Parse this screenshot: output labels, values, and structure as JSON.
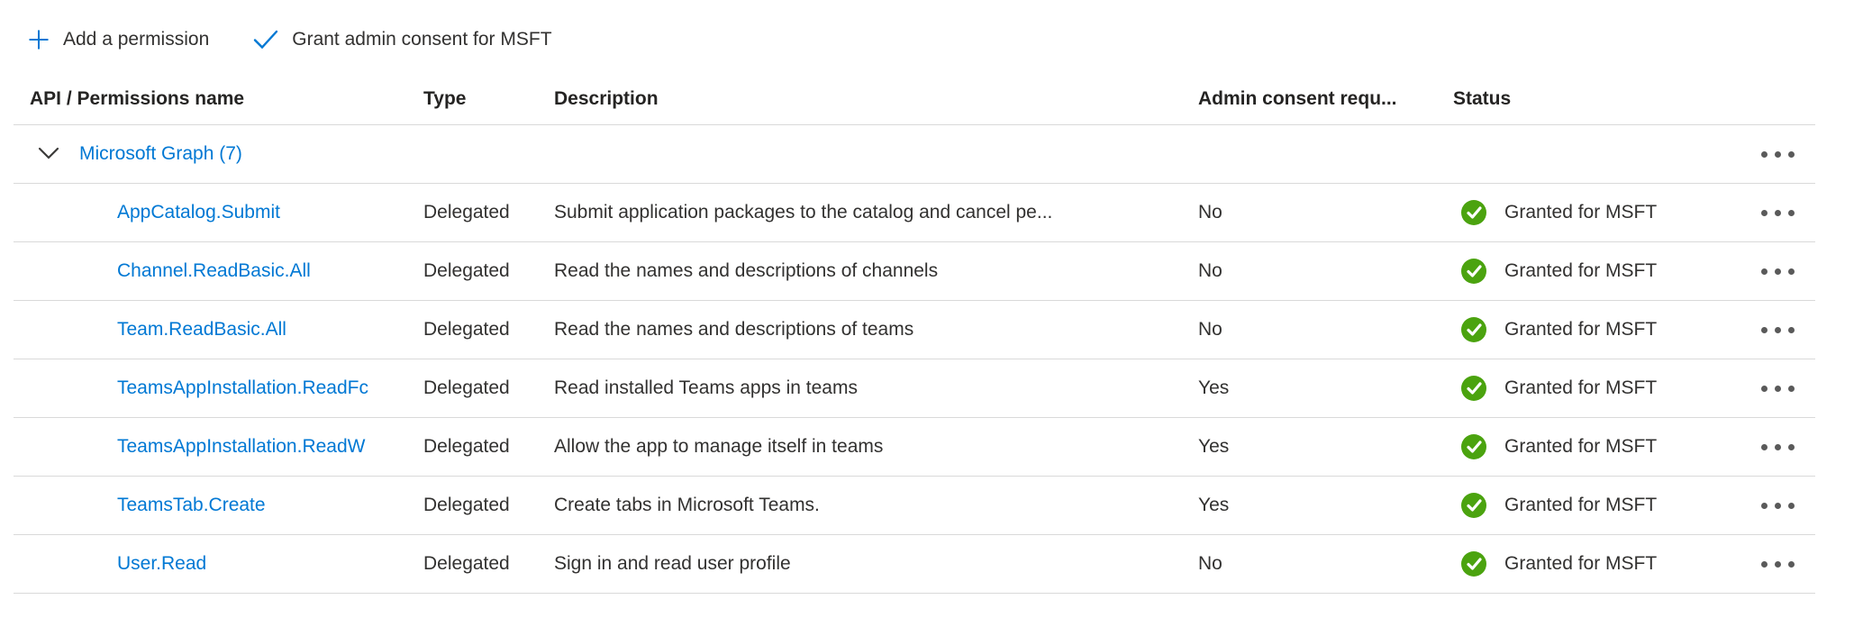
{
  "toolbar": {
    "add_permission_label": "Add a permission",
    "grant_admin_consent_label": "Grant admin consent for MSFT"
  },
  "table": {
    "headers": {
      "name": "API / Permissions name",
      "type": "Type",
      "description": "Description",
      "admin_consent": "Admin consent requ...",
      "status": "Status"
    },
    "group": {
      "label": "Microsoft Graph (7)"
    },
    "rows": [
      {
        "name": "AppCatalog.Submit",
        "type": "Delegated",
        "description": "Submit application packages to the catalog and cancel pe...",
        "admin_consent": "No",
        "status": "Granted for MSFT"
      },
      {
        "name": "Channel.ReadBasic.All",
        "type": "Delegated",
        "description": "Read the names and descriptions of channels",
        "admin_consent": "No",
        "status": "Granted for MSFT"
      },
      {
        "name": "Team.ReadBasic.All",
        "type": "Delegated",
        "description": "Read the names and descriptions of teams",
        "admin_consent": "No",
        "status": "Granted for MSFT"
      },
      {
        "name": "TeamsAppInstallation.ReadFc",
        "type": "Delegated",
        "description": "Read installed Teams apps in teams",
        "admin_consent": "Yes",
        "status": "Granted for MSFT"
      },
      {
        "name": "TeamsAppInstallation.ReadW",
        "type": "Delegated",
        "description": "Allow the app to manage itself in teams",
        "admin_consent": "Yes",
        "status": "Granted for MSFT"
      },
      {
        "name": "TeamsTab.Create",
        "type": "Delegated",
        "description": "Create tabs in Microsoft Teams.",
        "admin_consent": "Yes",
        "status": "Granted for MSFT"
      },
      {
        "name": "User.Read",
        "type": "Delegated",
        "description": "Sign in and read user profile",
        "admin_consent": "No",
        "status": "Granted for MSFT"
      }
    ]
  },
  "icons": {
    "plus": "plus-icon",
    "check": "check-icon",
    "chevron_down": "chevron-down-icon",
    "granted_check": "granted-check-icon",
    "ellipsis": "ellipsis-icon"
  },
  "colors": {
    "accent_blue": "#0078d4",
    "granted_green": "#4ba30f",
    "text_dark": "#323130",
    "divider": "#d9d9d9"
  }
}
